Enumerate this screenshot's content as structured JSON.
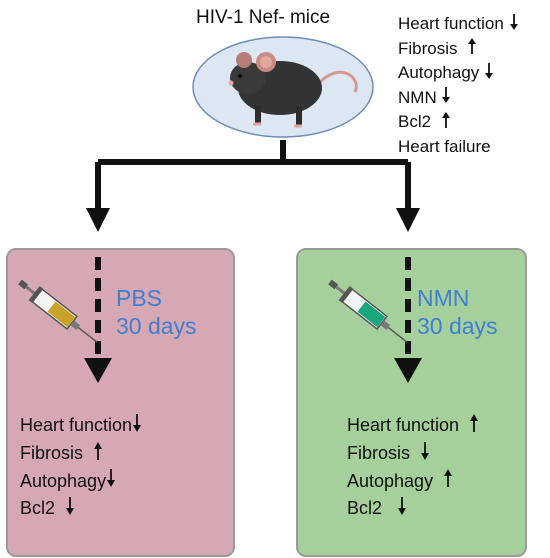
{
  "header": {
    "title": "HIV-1 Nef- mice"
  },
  "baseline_outcomes": [
    {
      "label": "Heart function",
      "trend": "down"
    },
    {
      "label": "Fibrosis",
      "trend": "up"
    },
    {
      "label": "Autophagy",
      "trend": "down"
    },
    {
      "label": "NMN",
      "trend": "down"
    },
    {
      "label": "Bcl2",
      "trend": "up"
    },
    {
      "label": "Heart failure",
      "trend": ""
    }
  ],
  "treatments": {
    "pbs": {
      "line1": "PBS",
      "line2": "30 days",
      "panel_color": "#d6a8b4",
      "syringe_fluid_color": "#c9a227",
      "outcomes": [
        {
          "label": "Heart function",
          "trend": "down"
        },
        {
          "label": "Fibrosis",
          "trend": "up"
        },
        {
          "label": "Autophagy",
          "trend": "down"
        },
        {
          "label": "Bcl2",
          "trend": "down"
        }
      ]
    },
    "nmn": {
      "line1": "NMN",
      "line2": "30 days",
      "panel_color": "#a6d09b",
      "syringe_fluid_color": "#1aa67f",
      "outcomes": [
        {
          "label": "Heart function",
          "trend": "up"
        },
        {
          "label": "Fibrosis",
          "trend": "down"
        },
        {
          "label": "Autophagy",
          "trend": "up"
        },
        {
          "label": "Bcl2",
          "trend": "down"
        }
      ]
    }
  },
  "colors": {
    "label_blue": "#3f7fd3",
    "mouse_oval": "#dde6f3"
  }
}
